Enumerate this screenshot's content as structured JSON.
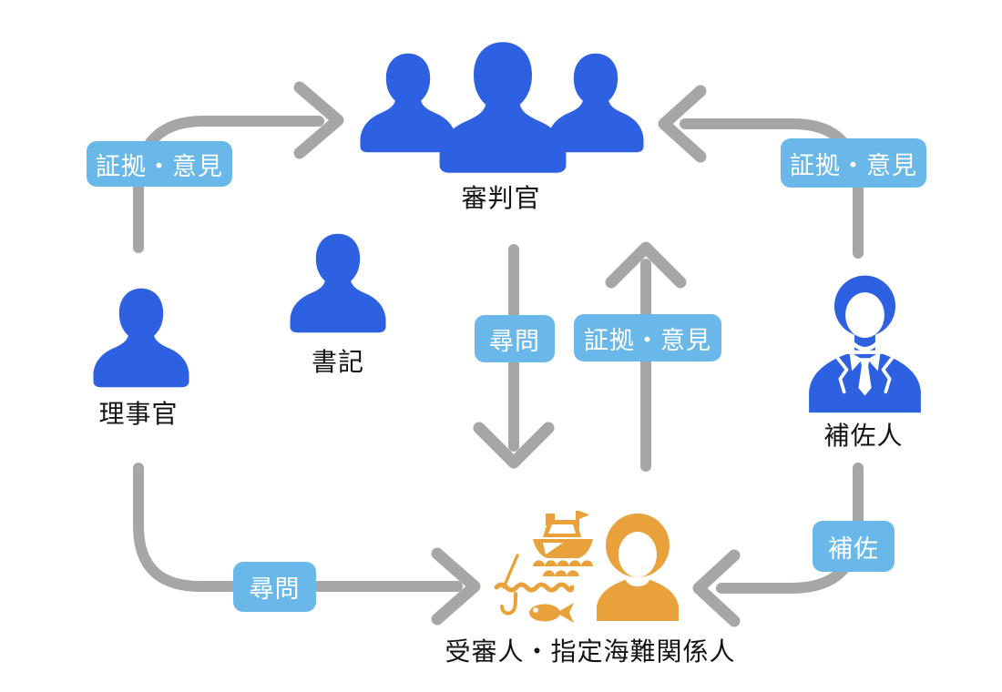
{
  "diagram": {
    "actors": {
      "judges": {
        "label": "審判官"
      },
      "clerk": {
        "label": "書記"
      },
      "investigator": {
        "label": "理事官"
      },
      "counsel": {
        "label": "補佐人"
      },
      "examinee": {
        "label": "受審人・指定海難関係人"
      }
    },
    "arrows": [
      {
        "from": "理事官",
        "to": "審判官",
        "label": "証拠・意見"
      },
      {
        "from": "補佐人",
        "to": "審判官",
        "label": "証拠・意見"
      },
      {
        "from": "審判官",
        "to": "受審人・指定海難関係人",
        "label": "尋問"
      },
      {
        "from": "受審人・指定海難関係人",
        "to": "審判官",
        "label": "証拠・意見"
      },
      {
        "from": "理事官",
        "to": "受審人・指定海難関係人",
        "label": "尋問"
      },
      {
        "from": "補佐人",
        "to": "受審人・指定海難関係人",
        "label": "補佐"
      }
    ],
    "colors": {
      "person_blue": "#2e61e1",
      "chip_blue": "#69b8e9",
      "chip_text": "#ffffff",
      "arrow_gray": "#a6a6a6",
      "examinee_orange": "#e9a23b",
      "name_text": "#141414",
      "background": "#ffffff"
    }
  }
}
